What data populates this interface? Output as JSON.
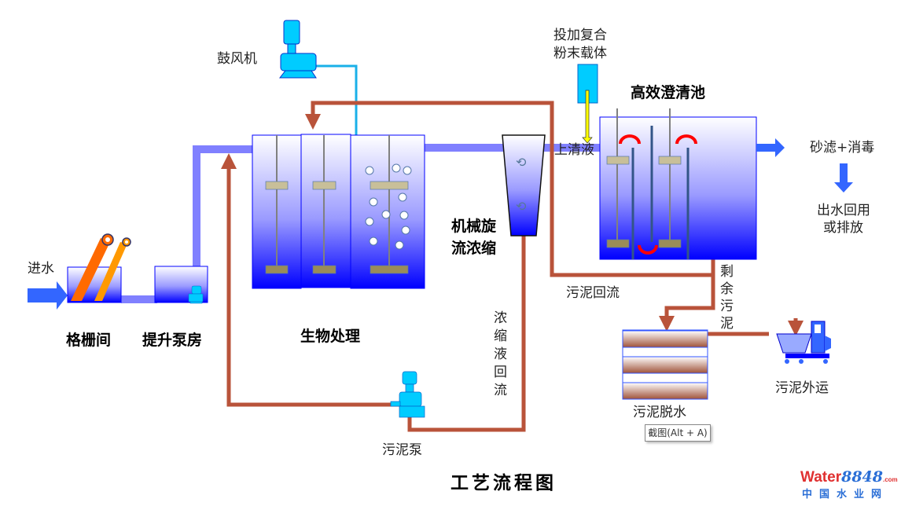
{
  "title": "工艺流程图",
  "labels": {
    "inlet": "进水",
    "screen": "格栅间",
    "pump_house": "提升泵房",
    "blower": "鼓风机",
    "bio": "生物处理",
    "thickener_line1": "机械旋",
    "thickener_line2": "流浓缩",
    "supernatant": "上清液",
    "dosing_line1": "投加复合",
    "dosing_line2": "粉末载体",
    "clarifier": "高效澄清池",
    "filter": "砂滤+消毒",
    "effluent_line1": "出水回用",
    "effluent_line2": "或排放",
    "sludge_return": "污泥回流",
    "excess_sludge": [
      "剩",
      "余",
      "污",
      "泥"
    ],
    "thickener_return": [
      "浓",
      "缩",
      "液",
      "回",
      "流"
    ],
    "sludge_pump": "污泥泵",
    "dewatering": "污泥脱水",
    "sludge_out": "污泥外运"
  },
  "tooltip": "截图(Alt + A)",
  "watermark": {
    "brand": "Water",
    "num": "8848",
    "com": ".com",
    "cn": "中国水业网"
  },
  "colors": {
    "water_pipe": "#8080ff",
    "sludge_pipe": "#b9533a",
    "air_pipe": "#1ab0e8",
    "tank_blue": "#0000ff",
    "arrow_blue": "#3366ff"
  }
}
